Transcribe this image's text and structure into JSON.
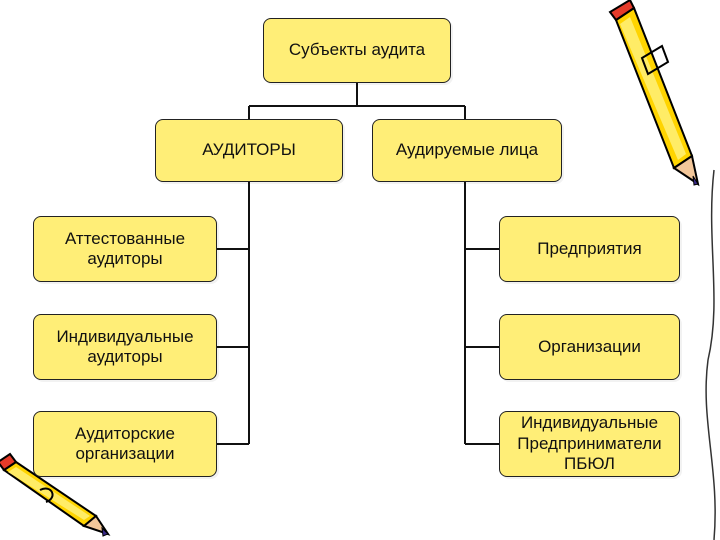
{
  "root": {
    "label": "Субъекты аудита"
  },
  "left_branch": {
    "label": "АУДИТОРЫ",
    "children": [
      "Аттестованные\nаудиторы",
      "Индивидуальные\nаудиторы",
      "Аудиторские\nорганизации"
    ]
  },
  "right_branch": {
    "label": "Аудируемые лица",
    "children": [
      "Предприятия",
      "Организации",
      "Индивидуальные\nПредприниматели\nПБЮЛ"
    ]
  },
  "icons": [
    "pencil-icon",
    "pencil-icon"
  ],
  "colors": {
    "box_fill": "#ffee77",
    "box_border": "#222222"
  }
}
